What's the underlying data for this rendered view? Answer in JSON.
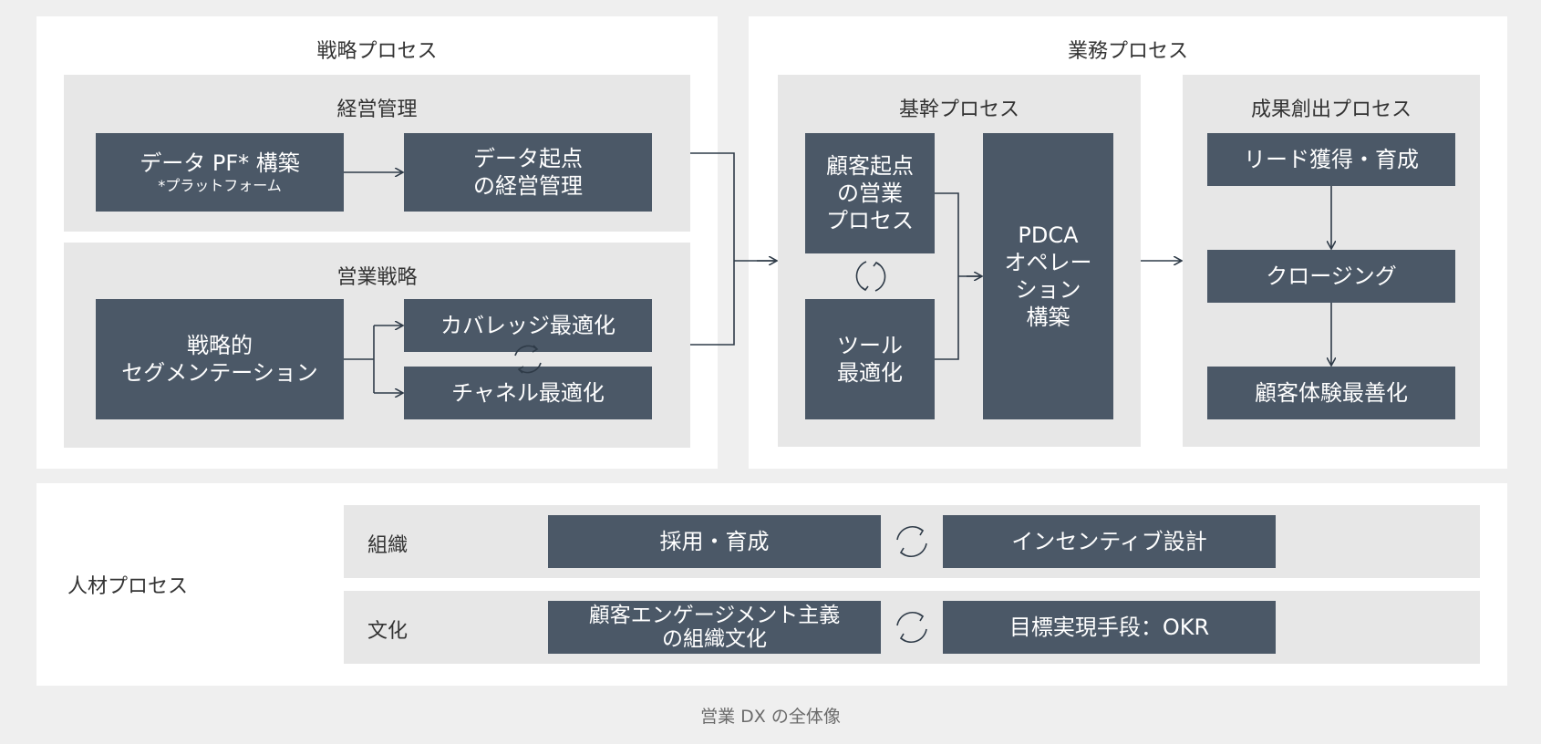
{
  "strategy": {
    "title": "戦略プロセス",
    "management": {
      "title": "経営管理",
      "data_pf_box": {
        "line1": "データ PF* 構築",
        "line2": "*プラットフォーム"
      },
      "data_driven_box": "データ起点\nの経営管理"
    },
    "sales_strategy": {
      "title": "営業戦略",
      "segmentation_box": "戦略的\nセグメンテーション",
      "coverage_box": "カバレッジ最適化",
      "channel_box": "チャネル最適化"
    }
  },
  "operations": {
    "title": "業務プロセス",
    "core": {
      "title": "基幹プロセス",
      "customer_process_box": "顧客起点\nの営業\nプロセス",
      "tool_box": "ツール\n最適化",
      "pdca_box": "PDCA\nオペレー\nション\n構築"
    },
    "outcome": {
      "title": "成果創出プロセス",
      "lead_box": "リード獲得・育成",
      "closing_box": "クロージング",
      "cx_box": "顧客体験最善化"
    }
  },
  "talent": {
    "title": "人材プロセス",
    "organization": {
      "label": "組織",
      "hiring_box": "採用・育成",
      "incentive_box": "インセンティブ設計"
    },
    "culture": {
      "label": "文化",
      "engagement_box": "顧客エンゲージメント主義\nの組織文化",
      "okr_box": "目標実現手段：OKR"
    }
  },
  "caption": "営業 DX の全体像",
  "colors": {
    "box": "#4b5867",
    "section": "#e7e7e7",
    "panel": "#ffffff",
    "background": "#efefef",
    "line": "#2f3b48"
  }
}
